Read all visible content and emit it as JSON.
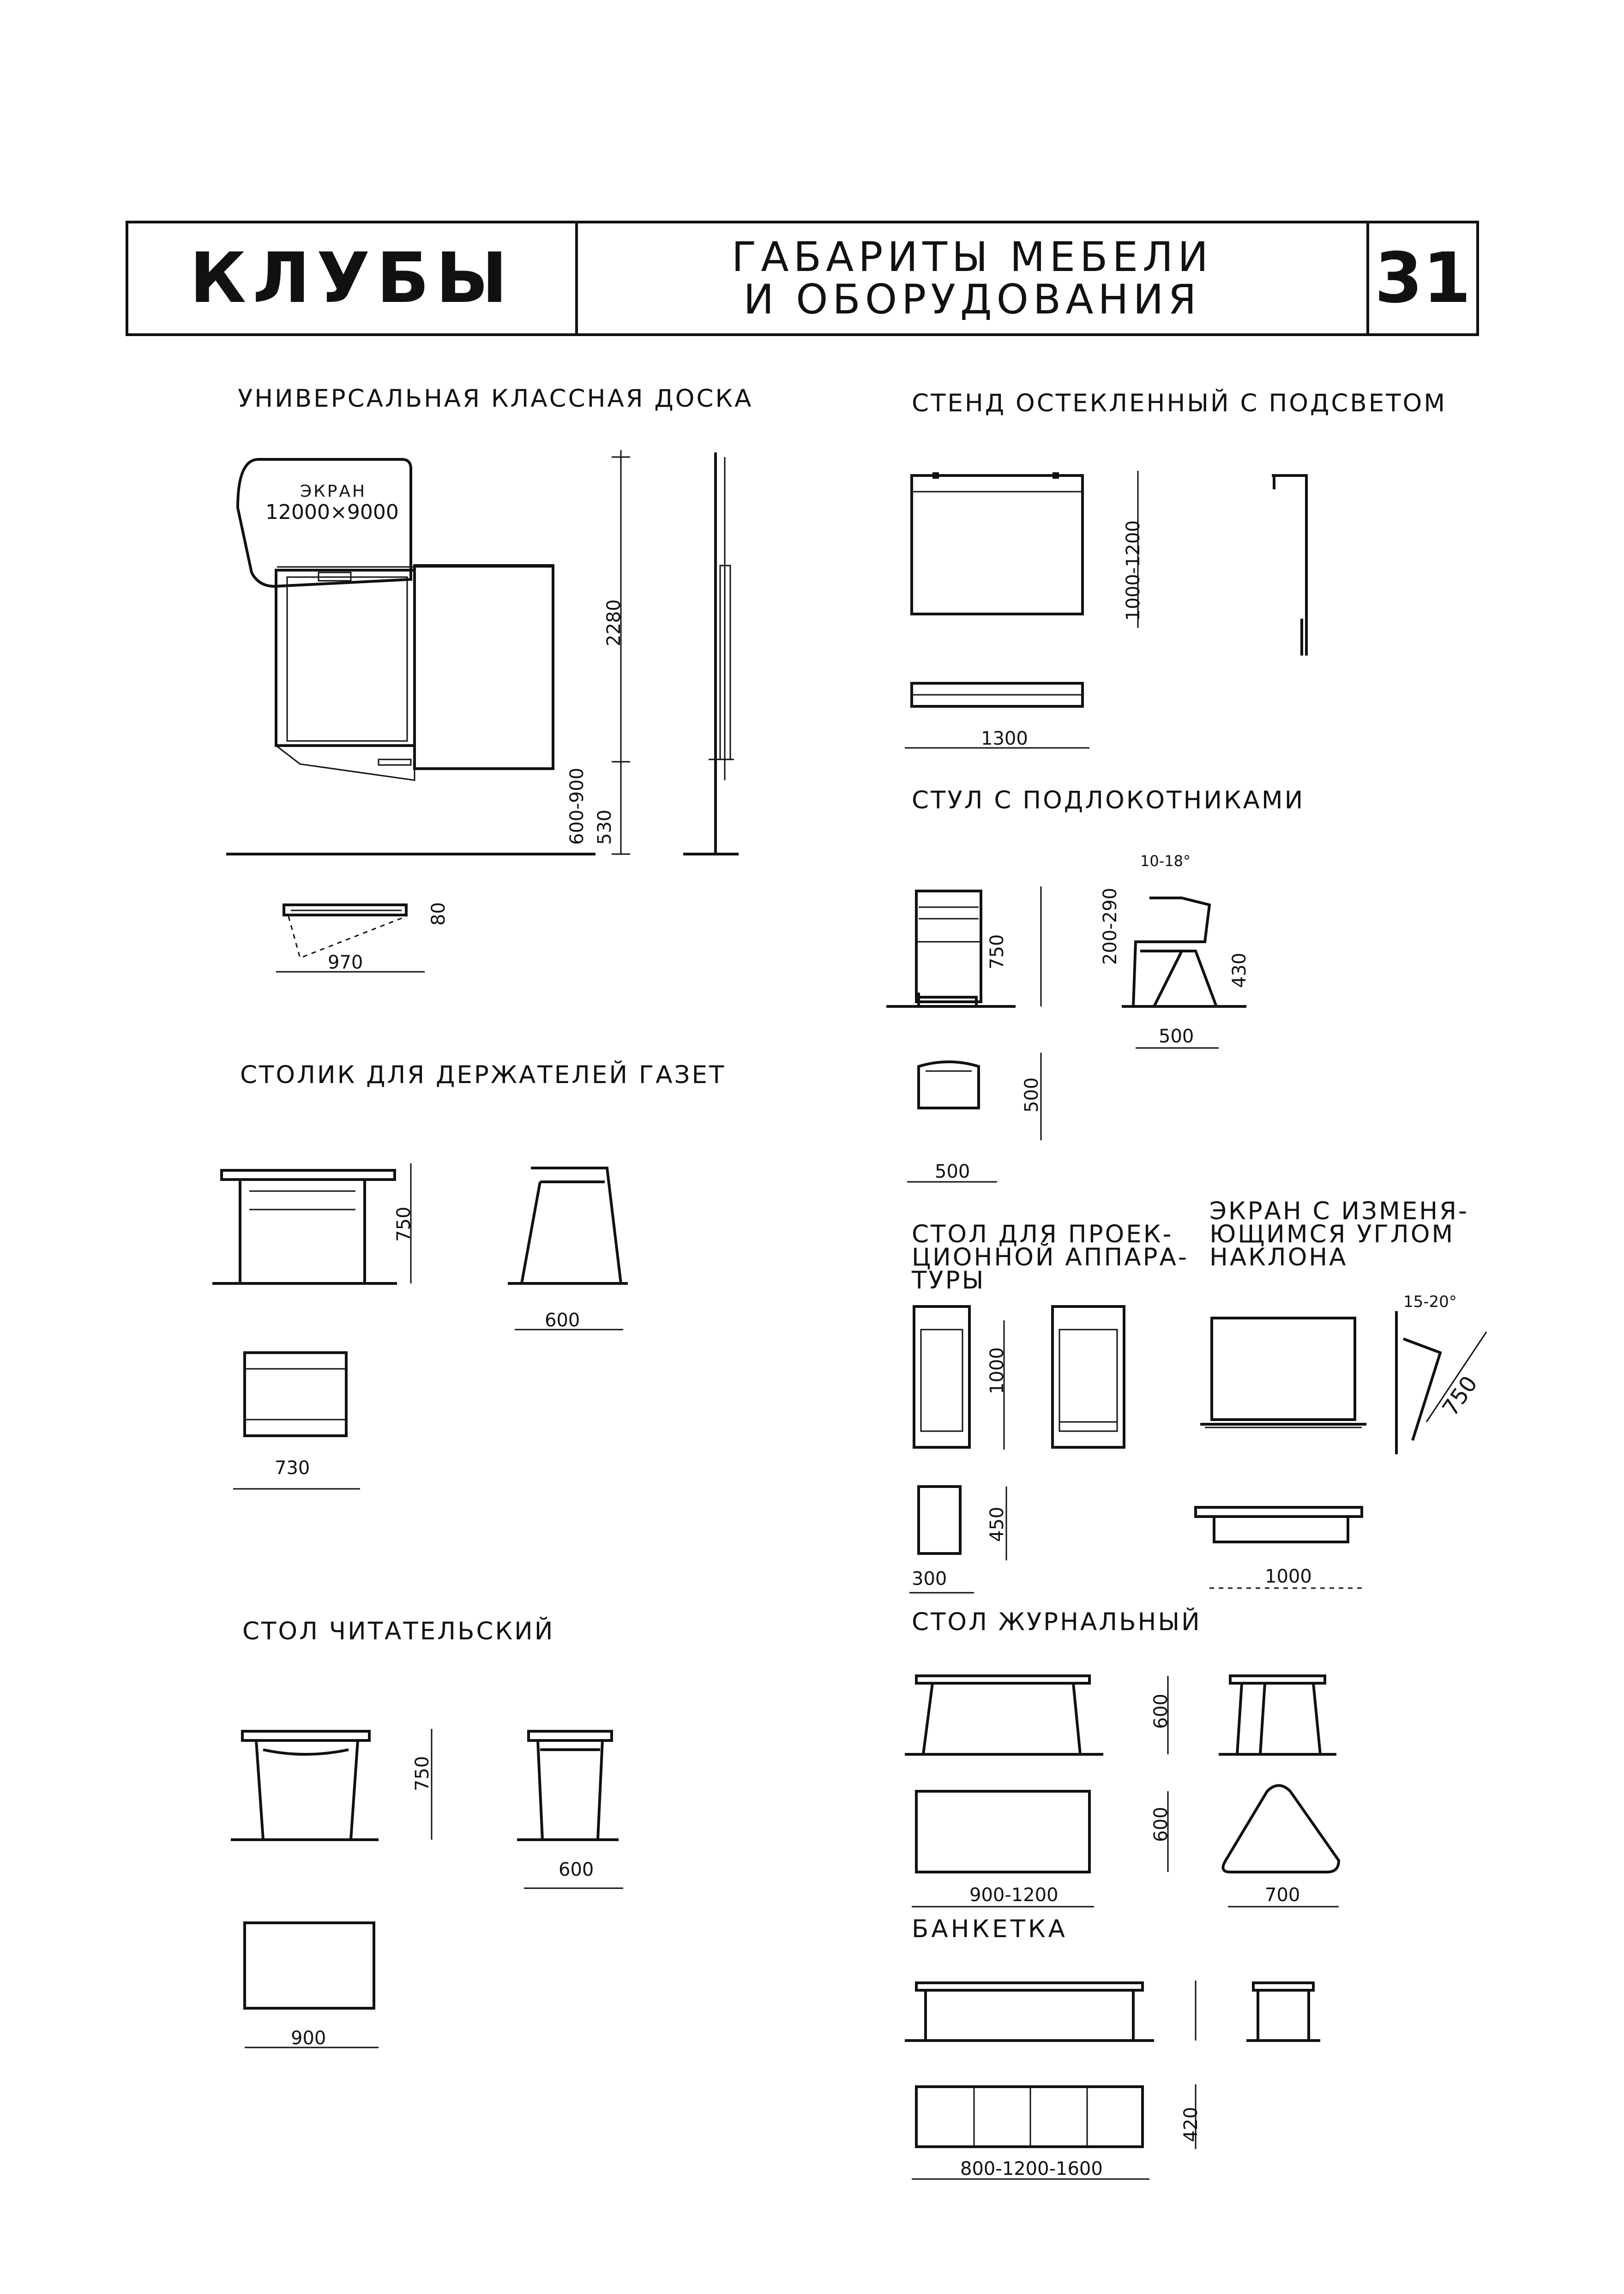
{
  "header": {
    "section": "КЛУБЫ",
    "subject_line1": "ГАБАРИТЫ МЕБЕЛИ",
    "subject_line2": "И ОБОРУДОВАНИЯ",
    "page_number": "31"
  },
  "blackboard": {
    "title": "УНИВЕРСАЛЬНАЯ КЛАССНАЯ ДОСКА",
    "screen_label": "ЭКРАН",
    "screen_size": "12000×9000",
    "dim_height": "2280",
    "dim_mount": "600-900",
    "dim_low": "530",
    "dim_depth": "80",
    "dim_width": "970"
  },
  "showcase": {
    "title": "СТЕНД ОСТЕКЛЕННЫЙ С ПОДСВЕТОМ",
    "dim_height": "1000-1200",
    "dim_width": "1300"
  },
  "armchair": {
    "title": "СТУЛ С ПОДЛОКОТНИКАМИ",
    "dim_height": "750",
    "dim_tilt": "10-18°",
    "dim_arm": "200-290",
    "dim_seat": "430",
    "dim_side_width": "500",
    "dim_plan_depth": "500",
    "dim_plan_width": "500"
  },
  "newspaper_table": {
    "title": "СТОЛИК ДЛЯ ДЕРЖАТЕЛЕЙ ГАЗЕТ",
    "dim_height": "750",
    "dim_side": "600",
    "dim_plan": "730"
  },
  "projector_table": {
    "title_line1": "СТОЛ ДЛЯ ПРОЕК-",
    "title_line2": "ЦИОННОЙ АППАРА-",
    "title_line3": "ТУРЫ",
    "dim_height": "1000",
    "dim_plan_depth": "450",
    "dim_plan_width": "300"
  },
  "tilt_screen": {
    "title_line1": "ЭКРАН С ИЗМЕНЯ-",
    "title_line2": "ЮЩИМСЯ УГЛОМ",
    "title_line3": "НАКЛОНА",
    "dim_angle": "15-20°",
    "dim_length": "750",
    "dim_width": "1000"
  },
  "reading_table": {
    "title": "СТОЛ ЧИТАТЕЛЬСКИЙ",
    "dim_height": "750",
    "dim_side": "600",
    "dim_plan": "900"
  },
  "magazine_table": {
    "title": "СТОЛ ЖУРНАЛЬНЫЙ",
    "dim_height": "600",
    "dim_plan_depth": "600",
    "dim_plan_width": "900-1200",
    "dim_triangle": "700"
  },
  "bench": {
    "title": "БАНКЕТКА",
    "dim_depth": "420",
    "dim_length": "800-1200-1600"
  }
}
